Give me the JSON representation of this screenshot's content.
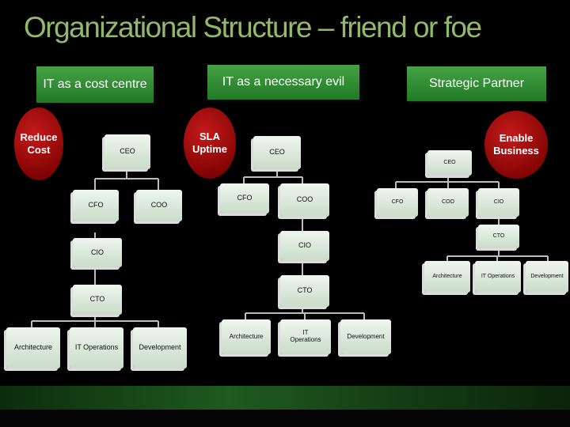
{
  "title": "Organizational Structure – friend or foe",
  "banners": {
    "cost_centre": "IT as a cost centre",
    "necessary_evil": "IT as a necessary evil",
    "strategic_partner": "Strategic Partner"
  },
  "circles": {
    "reduce_cost": "Reduce Cost",
    "sla_uptime": "SLA Uptime",
    "enable_business": "Enable Business"
  },
  "left_tree": {
    "ceo": "CEO",
    "cfo": "CFO",
    "coo": "COO",
    "cio": "CIO",
    "cto": "CTO",
    "architecture": "Architecture",
    "it_operations": "IT Operations",
    "development": "Development"
  },
  "middle_tree": {
    "ceo": "CEO",
    "cfo": "CFO",
    "coo": "COO",
    "cio": "CIO",
    "cto": "CTO",
    "architecture": "Architecture",
    "it_operations": "IT Operations",
    "development": "Development"
  },
  "right_tree": {
    "ceo": "CEO",
    "cfo": "CFO",
    "coo": "COO",
    "cio": "CIO",
    "cto": "CTO",
    "architecture": "Architecture",
    "it_operations": "IT Operations",
    "development": "Development"
  }
}
